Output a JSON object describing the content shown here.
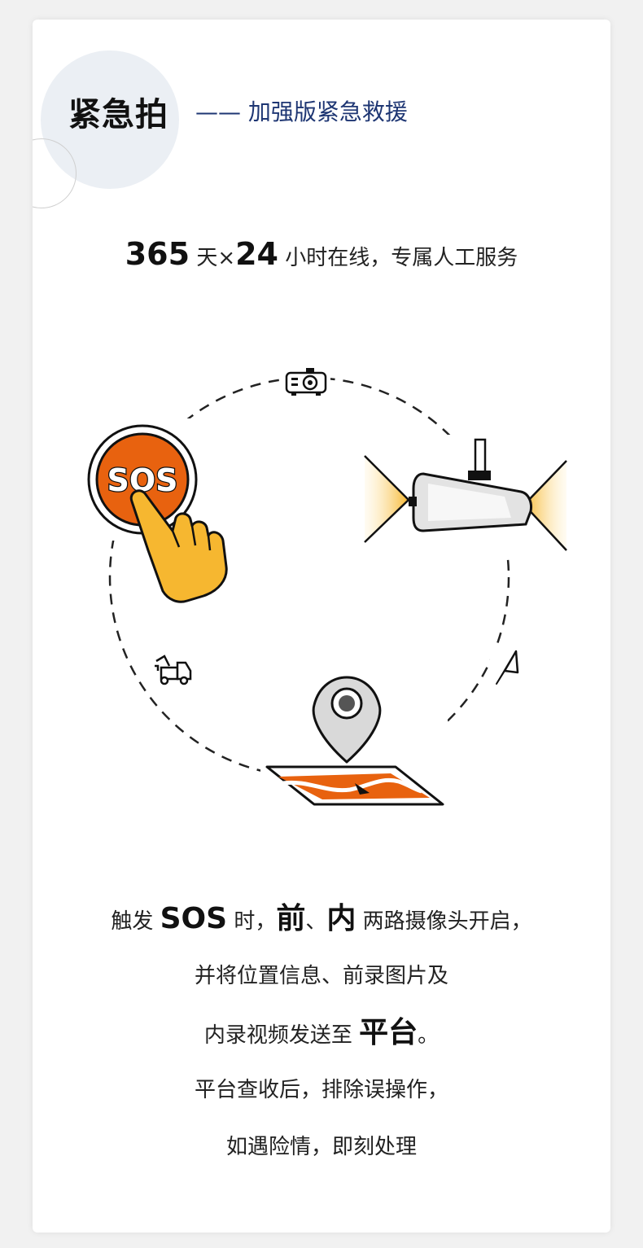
{
  "header": {
    "title": "紧急拍",
    "subtitle": "—— 加强版紧急救援"
  },
  "tagline": {
    "num1": "365",
    "text1": "天×",
    "num2": "24",
    "text2": "小时在线，专属人工服务"
  },
  "diagram": {
    "sos_label": "SOS"
  },
  "description": {
    "line1_a": "触发 ",
    "line1_b": "SOS",
    "line1_c": " 时，",
    "line1_d": "前",
    "line1_e": "、",
    "line1_f": "内",
    "line1_g": " 两路摄像头开启，",
    "line2": "并将位置信息、前录图片及",
    "line3_a": "内录视频发送至 ",
    "line3_b": "平台",
    "line3_c": "。",
    "line4": "平台查收后，排除误操作，",
    "line5": "如遇险情，即刻处理"
  },
  "colors": {
    "accent_orange": "#e8620f",
    "accent_yellow": "#f6b730",
    "title_blue": "#1e3673",
    "deco_gray": "#ebeff4"
  }
}
